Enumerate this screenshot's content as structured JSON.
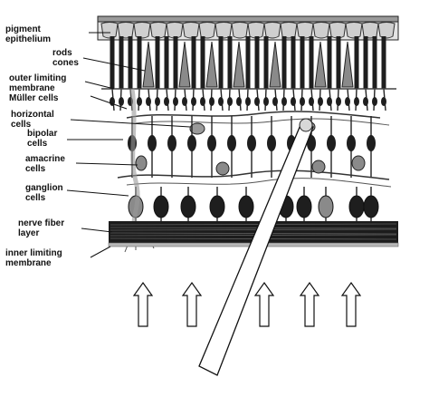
{
  "labels": {
    "pigment_epithelium": [
      "pigment",
      "epithelium"
    ],
    "rods_cones": [
      "rods",
      "cones"
    ],
    "outer_limiting_membrane": [
      "outer limiting",
      "membrane"
    ],
    "muller_cells": [
      "Müller cells"
    ],
    "horizontal_cells": [
      "horizontal",
      "cells"
    ],
    "bipolar_cells": [
      "bipolar",
      "cells"
    ],
    "amacrine_cells": [
      "amacrine",
      "cells"
    ],
    "ganglion_cells": [
      "ganglion",
      "cells"
    ],
    "nerve_fiber_layer": [
      "nerve fiber",
      "layer"
    ],
    "inner_limiting_membrane": [
      "inner limiting",
      "membrane"
    ]
  },
  "colors": {
    "ink": "#111111",
    "tissue": "#2a2a2a",
    "pale_cell": "#8a8a8a",
    "nerve_layer": "#1c1c1c",
    "membrane": "#b8b8b8",
    "background": "#ffffff"
  },
  "icons": [
    "light-arrow-up-icon",
    "light-beam-icon"
  ]
}
